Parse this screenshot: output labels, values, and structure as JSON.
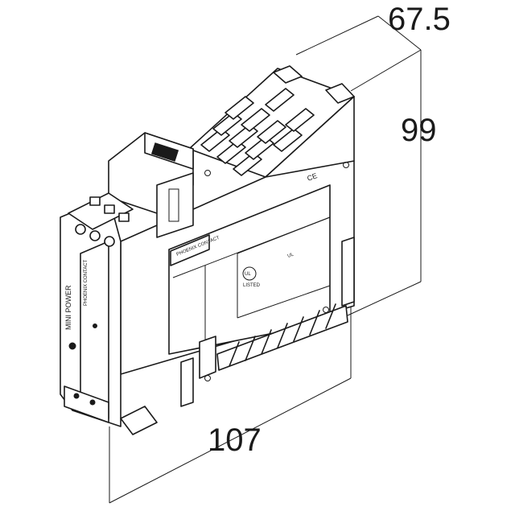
{
  "dimensions": {
    "depth": "67.5",
    "height": "99",
    "width": "107"
  },
  "device": {
    "label": "MINI POWER",
    "brand": "PHOENIX CONTACT",
    "ce_mark": "CE",
    "ul_mark": "UL",
    "ul_listed": "LISTED"
  },
  "colors": {
    "line": "#1a1a1a",
    "background": "#ffffff"
  }
}
